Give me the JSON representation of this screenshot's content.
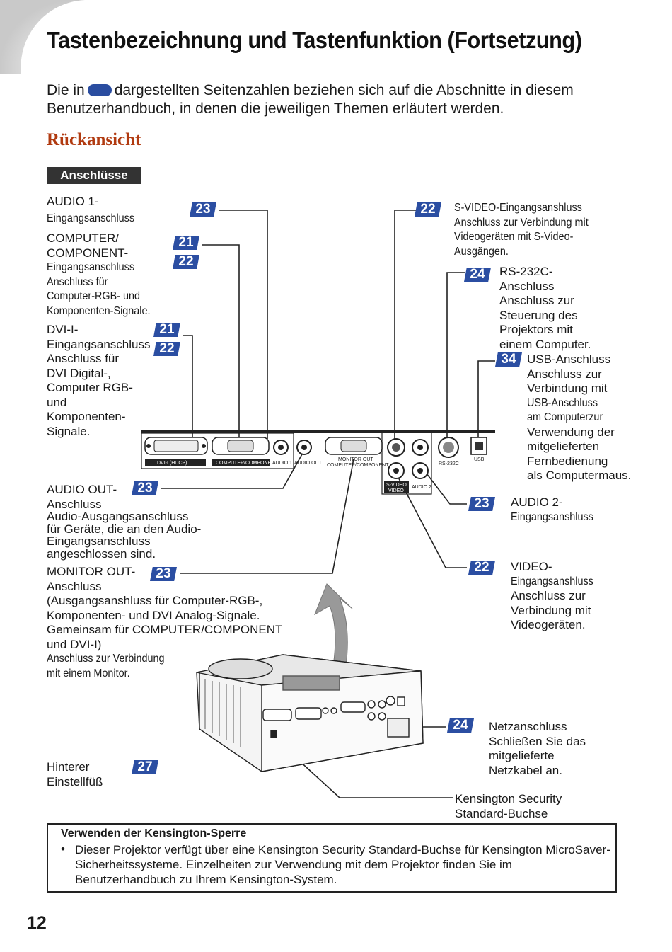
{
  "title": "Tastenbezeichnung und Tastenfunktion (Fortsetzung)",
  "intro_before": "Die in",
  "intro_after": "dargestellten Seitenzahlen beziehen sich auf die Abschnitte in diesem Benutzerhandbuch, in denen die jeweiligen Themen erläutert werden.",
  "section_heading": "Rückansicht",
  "subsection_tag": "Anschlüsse",
  "labels": {
    "audio1": [
      "AUDIO 1-",
      "Eingangsanschluss"
    ],
    "computer": [
      "COMPUTER/",
      "COMPONENT-",
      "Eingangsanschluss",
      "Anschluss für",
      "Computer-RGB- und",
      "Komponenten-Signale."
    ],
    "dvi": [
      "DVI-I-",
      "Eingangsanschluss",
      "Anschluss für",
      "DVI Digital-,",
      "Computer RGB-",
      "und",
      "Komponenten-",
      "Signale."
    ],
    "audio_out": [
      "AUDIO OUT-",
      "Anschluss",
      "Audio-Ausgangsanschluss",
      "für Geräte, die an den Audio-",
      "Eingangsanschluss",
      "angeschlossen sind."
    ],
    "monitor_out": [
      "MONITOR OUT-",
      "Anschluss",
      "(Ausgangsanshluss für Computer-RGB-,",
      "Komponenten- und DVI Analog-Signale.",
      "Gemeinsam für COMPUTER/COMPONENT",
      "und DVI-I)",
      "Anschluss zur Verbindung",
      "mit einem Monitor."
    ],
    "foot": [
      "Hinterer",
      "Einstellfüß"
    ],
    "svideo": [
      "S-VIDEO-Eingangsanshluss",
      "Anschluss zur Verbindung mit",
      "Videogeräten mit S-Video-",
      "Ausgängen."
    ],
    "rs232": [
      "RS-232C-",
      "Anschluss",
      "Anschluss zur",
      "Steuerung des",
      "Projektors mit",
      "einem Computer."
    ],
    "usb": [
      "USB-Anschluss",
      "Anschluss zur",
      "Verbindung mit",
      "USB-Anschluss",
      "am Computerzur",
      "Verwendung der",
      "mitgelieferten",
      "Fernbedienung",
      "als Computermaus."
    ],
    "audio2": [
      "AUDIO 2-",
      "Eingangsanshluss"
    ],
    "video": [
      "VIDEO-",
      "Eingangsanshluss",
      "Anschluss zur",
      "Verbindung mit",
      "Videogeräten."
    ],
    "power": [
      "Netzanschluss",
      "Schließen Sie das",
      "mitgelieferte",
      "Netzkabel an."
    ],
    "kensington": [
      "Kensington Security",
      "Standard-Buchse"
    ]
  },
  "badges": {
    "audio1": "23",
    "computer_a": "21",
    "computer_b": "22",
    "dvi_a": "21",
    "dvi_b": "22",
    "audio_out": "23",
    "monitor_out": "23",
    "foot": "27",
    "svideo": "22",
    "rs232": "24",
    "usb": "34",
    "audio2": "23",
    "video": "22",
    "power": "24"
  },
  "panel_labels": {
    "dvi": "DVI-I (HDCP)",
    "computer": "COMPUTER/COMPONENT",
    "audio1": "AUDIO 1",
    "audio_out": "AUDIO OUT",
    "monitor_out_1": "MONITOR OUT",
    "monitor_out_2": "COMPUTER/COMPONENT",
    "rs232": "RS-232C",
    "usb": "USB",
    "svideo": "S-VIDEO",
    "video": "VIDEO",
    "audio2": "AUDIO 2"
  },
  "note": {
    "title": "Verwenden der Kensington-Sperre",
    "text": "Dieser Projektor verfügt über eine Kensington Security Standard-Buchse für Kensington MicroSaver-Sicherheitssysteme. Einzelheiten zur Verwendung mit dem Projektor finden Sie im Benutzerhandbuch zu Ihrem Kensington-System."
  },
  "page_number": "12",
  "colors": {
    "badge": "#2b4ea2",
    "section_heading": "#b13a10",
    "tag_bg": "#333333"
  }
}
